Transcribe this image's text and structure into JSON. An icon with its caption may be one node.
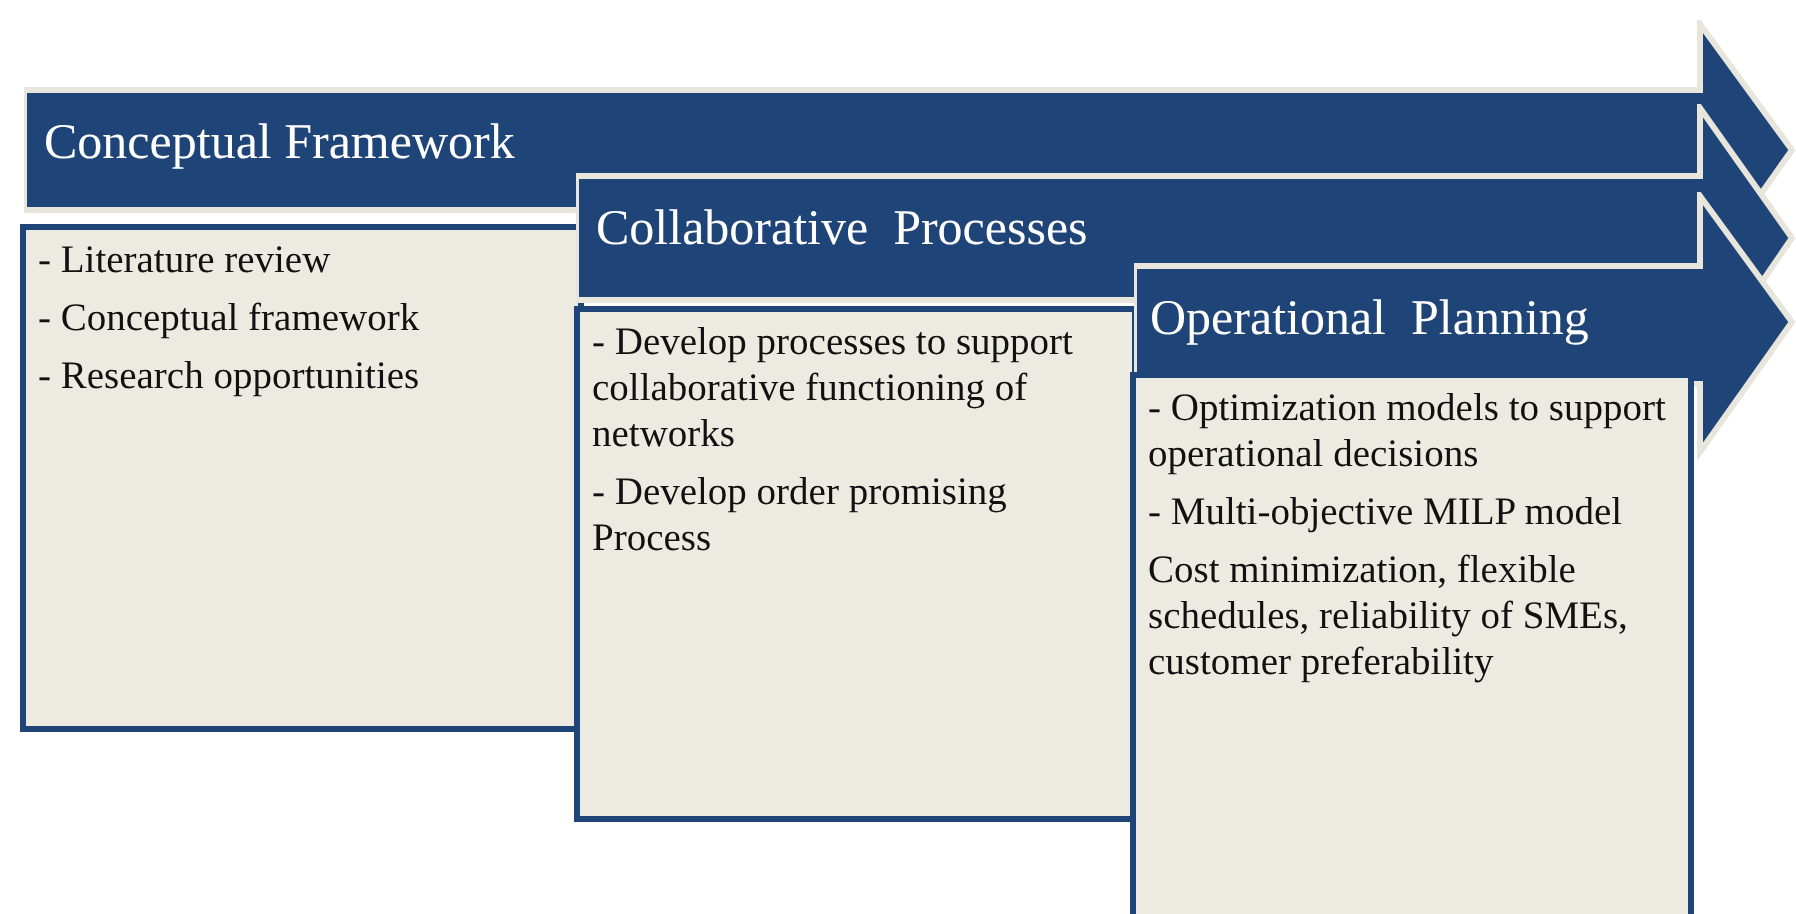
{
  "diagram": {
    "nodes": [
      {
        "text": [
          "Conceptual Framework"
        ]
      },
      {
        "text": [
          "- Literature review",
          "- Conceptual framework",
          "- Research opportunities"
        ]
      },
      {
        "text": [
          "Collaborative  Processes"
        ]
      },
      {
        "text": [
          "- Develop processes to support collaborative functioning of networks",
          "- Develop order promising Process"
        ]
      },
      {
        "text": [
          "Operational  Planning"
        ]
      },
      {
        "text": [
          "- Optimization models to support operational decisions",
          "- Multi-objective MILP model",
          "Cost minimization, flexible schedules, reliability of SMEs, customer preferability"
        ]
      }
    ]
  }
}
